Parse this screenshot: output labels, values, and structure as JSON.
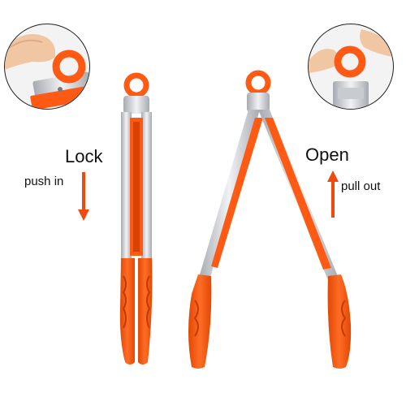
{
  "labels": {
    "lock": "Lock",
    "push_in": "push in",
    "open": "Open",
    "pull_out": "pull out"
  },
  "colors": {
    "silicone": "#ff5a14",
    "silicone_dark": "#d94206",
    "steel": "#d9dade",
    "steel_dark": "#9ea1a8",
    "arrow": "#f04a10",
    "skin": "#f1c6a3",
    "circle_border": "#222222"
  },
  "icons": {
    "lock_arrow": "arrow-down-icon",
    "open_arrow": "arrow-up-icon"
  }
}
